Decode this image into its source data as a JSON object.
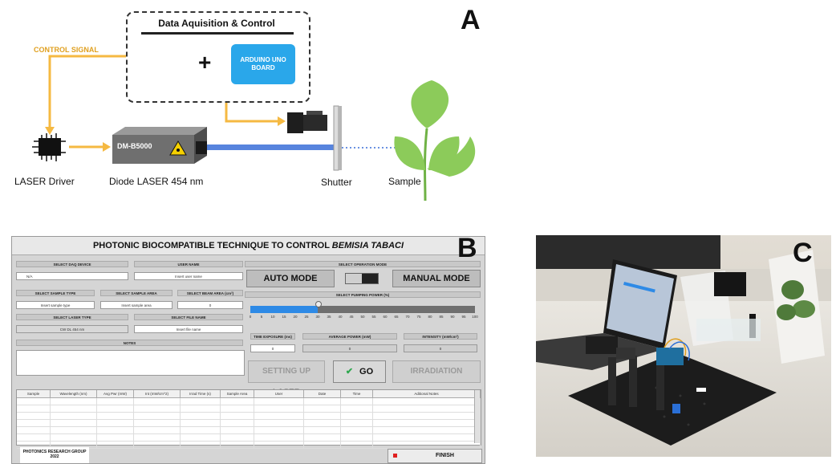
{
  "panel_a": {
    "letter": "A",
    "daq_title": "Data Aquisition & Control",
    "arduino_label": "ARDUINO UNO BOARD",
    "plus": "+",
    "control_signal": "CONTROL SIGNAL",
    "laser_driver": "LASER Driver",
    "laser_model": "DM-B5000",
    "diode_laser": "Diode LASER 454 nm",
    "shutter": "Shutter",
    "sample": "Sample",
    "colors": {
      "signal": "#f5b942",
      "beam": "#3a6fd8",
      "leaf": "#8ccb5a",
      "arduino": "#2aa7ea",
      "monitor": "#2aa7ea"
    }
  },
  "panel_b": {
    "letter": "B",
    "title_prefix": "PHOTONIC BIOCOMPATIBLE TECHNIQUE TO CONTROL ",
    "title_species": "BEMISIA TABACI",
    "select_daq_device": "SELECT DAQ DEVICE",
    "daq_value": "N/A",
    "user_name_label": "USER NAME",
    "user_name_placeholder": "Insert user name",
    "select_operation_mode": "SELECT OPERATION MODE",
    "auto_mode": "AUTO MODE",
    "manual_mode": "MANUAL MODE",
    "select_sample_type": "SELECT SAMPLE TYPE",
    "sample_type_placeholder": "Insert sample type",
    "select_sample_area": "SELECT SAMPLE AREA",
    "sample_area_placeholder": "Insert sample area",
    "select_beam_area": "SELECT BEAM AREA (cm²)",
    "beam_area_value": "0",
    "select_pumping_power": "SELECT PUMPING POWER (%)",
    "pumping_power_percent": 30,
    "slider_ticks": [
      "0",
      "5",
      "10",
      "15",
      "20",
      "25",
      "30",
      "35",
      "40",
      "45",
      "50",
      "55",
      "60",
      "65",
      "70",
      "75",
      "80",
      "85",
      "90",
      "95",
      "100"
    ],
    "select_laser_type": "SELECT LASER TYPE",
    "laser_type_value": "CW DL 454 nm",
    "select_file_name": "SELECT FILE NAME",
    "file_name_placeholder": "Insert file name",
    "notes_label": "NOTES",
    "time_exposure_label": "TIME EXPOSURE (ms)",
    "time_exposure_value": "0",
    "average_power_label": "AVERAGE POWER (mW)",
    "average_power_value": "0",
    "intensity_label": "INTENSITY (mW/cm²)",
    "intensity_value": "0",
    "setting_up_laser": "SETTING UP LASER",
    "go": "GO",
    "go_check": "✔",
    "irradiation": "IRRADIATION",
    "table_columns": [
      "Sample",
      "Wavelength (nm)",
      "Avg Pwr (mW)",
      "Int (mW/cm^2)",
      "Irrad Time (s)",
      "Sample Area",
      "User",
      "Date",
      "Time",
      "Aditional Notes"
    ],
    "footer_group": "PHOTONICS RESEARCH GROUP",
    "footer_year": "2022",
    "finish": "FINISH",
    "colors": {
      "slider_fill": "#2e8ae6",
      "go_check": "#2fa84f",
      "finish_led": "#e02020"
    }
  },
  "panel_c": {
    "letter": "C"
  }
}
